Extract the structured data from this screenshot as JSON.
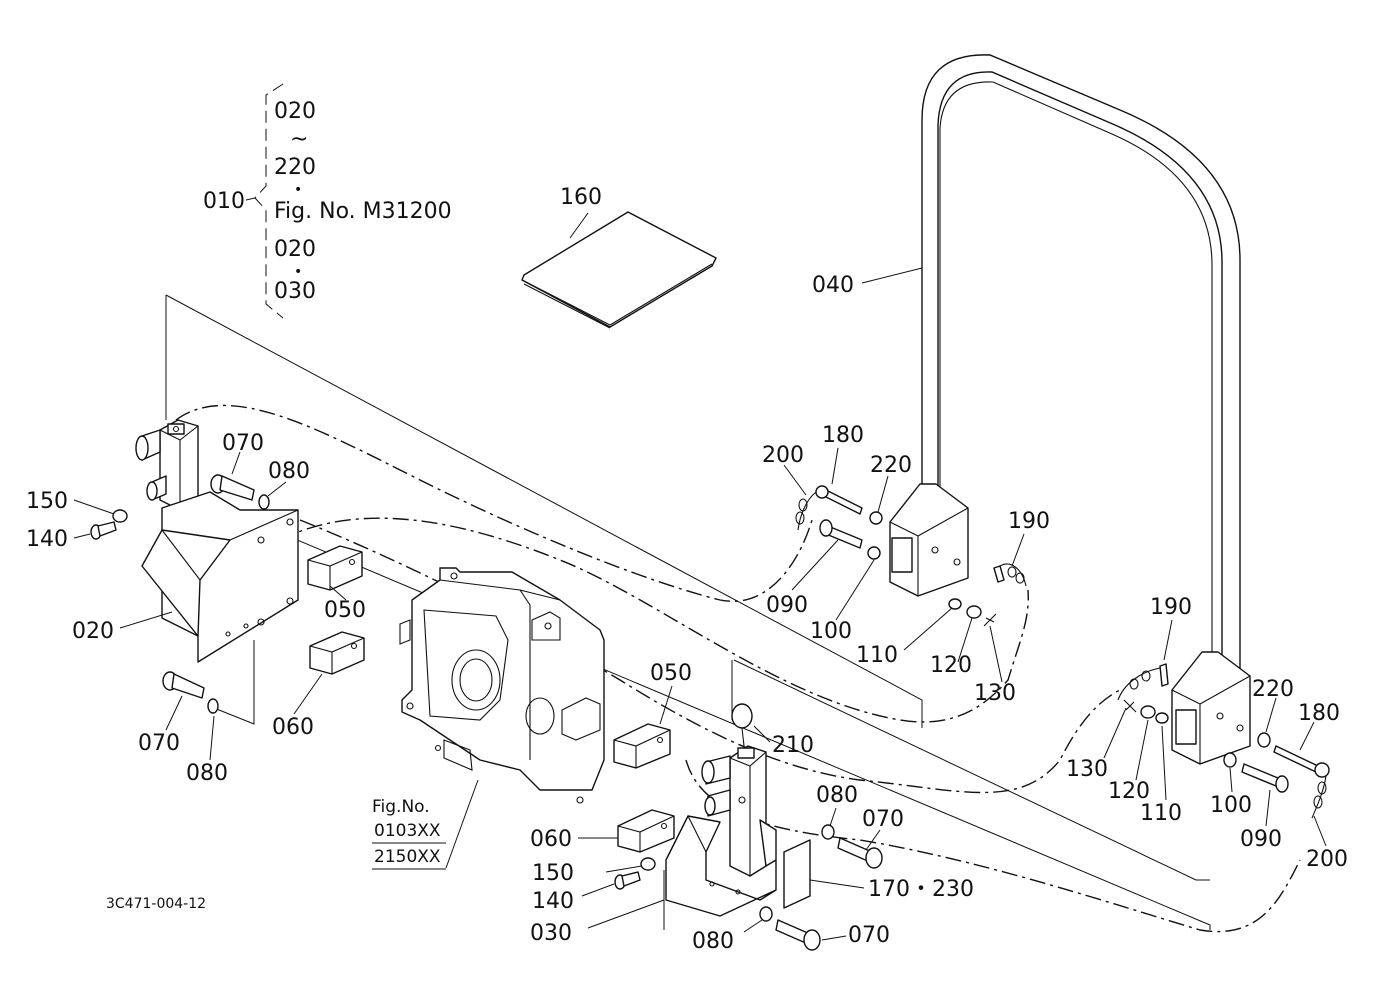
{
  "kit_group": {
    "label": "010",
    "lines": [
      "020",
      "~",
      "220",
      "•",
      "Fig. No. M31200",
      "020",
      "•",
      "030"
    ]
  },
  "callouts": {
    "p160": "160",
    "p040": "040",
    "p200_left": "200",
    "p180_left": "180",
    "p220_left": "220",
    "p190_left": "190",
    "p090_left": "090",
    "p100_left": "100",
    "p110_left": "110",
    "p120_left": "120",
    "p130_left": "130",
    "p190_right": "190",
    "p220_right": "220",
    "p180_right": "180",
    "p130_right": "130",
    "p120_right": "120",
    "p110_right": "110",
    "p100_right": "100",
    "p090_right": "090",
    "p200_right": "200",
    "p150_top": "150",
    "p140_top": "140",
    "p070_top": "070",
    "p080_top": "080",
    "p020": "020",
    "p050_left": "050",
    "p060_left": "060",
    "p070_mid": "070",
    "p080_mid": "080",
    "p050_right": "050",
    "p210": "210",
    "p080_right": "080",
    "p070_right": "070",
    "p060_right": "060",
    "p150_bottom": "150",
    "p140_bottom": "140",
    "p170_230": "170・230",
    "p030": "030",
    "p080_bottom": "080",
    "p070_bottom": "070"
  },
  "figure_ref": [
    "Fig.No.",
    "0103XX",
    "2150XX"
  ],
  "drawing_number": "3C471-004-12"
}
